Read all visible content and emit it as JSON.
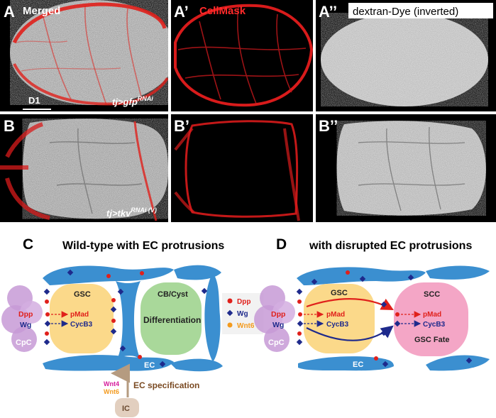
{
  "micro": {
    "row1": {
      "panel_a": {
        "letter": "A",
        "caption": "Merged",
        "scale_label": "D1",
        "genotype_prefix": "tj>",
        "genotype_gene": "gfp",
        "genotype_sup": "RNAi"
      },
      "panel_a1": {
        "letter": "A’",
        "caption": "CellMask"
      },
      "panel_a2": {
        "letter": "A’’",
        "caption": "dextran-Dye (inverted)"
      }
    },
    "row2": {
      "panel_b": {
        "letter": "B",
        "genotype_prefix": "tj>",
        "genotype_gene": "tkv",
        "genotype_sup": "RNAi (V)"
      },
      "panel_b1": {
        "letter": "B’"
      },
      "panel_b2": {
        "letter": "B’’"
      }
    }
  },
  "diagram_c": {
    "letter": "C",
    "title": "Wild-type with EC protrusions",
    "cpc": "CpC",
    "dpp": "Dpp",
    "wg": "Wg",
    "gsc": "GSC",
    "pmad": "pMad",
    "cycb3": "CycB3",
    "cb_cyst": "CB/Cyst",
    "differentiation": "Differentiation",
    "ec": "EC",
    "wnt4": "Wnt4",
    "wnt6": "Wnt6",
    "ec_spec": "EC specification",
    "ic": "IC",
    "legend": {
      "dpp": "Dpp",
      "wg": "Wg",
      "wnt6": "Wnt6"
    }
  },
  "diagram_d": {
    "letter": "D",
    "title": "with disrupted EC protrusions",
    "cpc": "CpC",
    "dpp": "Dpp",
    "wg": "Wg",
    "gsc": "GSC",
    "pmad": "pMad",
    "cycb3": "CycB3",
    "scc": "SCC",
    "pmad2": "pMad",
    "cycb3_2": "CycB3",
    "gsc_fate": "GSC Fate",
    "ec": "EC"
  },
  "colors": {
    "ec_blue": "#3b8fd0",
    "dpp_red": "#e0201b",
    "wg_navy": "#1e2a8c",
    "wnt6_orange": "#f39a1e",
    "wnt4_magenta": "#d51a9b",
    "gsc_fill": "#fbd98a",
    "cb_fill": "#a9d89a",
    "scc_fill": "#f4a6c6",
    "cpc_fill": "#c79ad6",
    "ic_fill": "#e2cfbf"
  }
}
